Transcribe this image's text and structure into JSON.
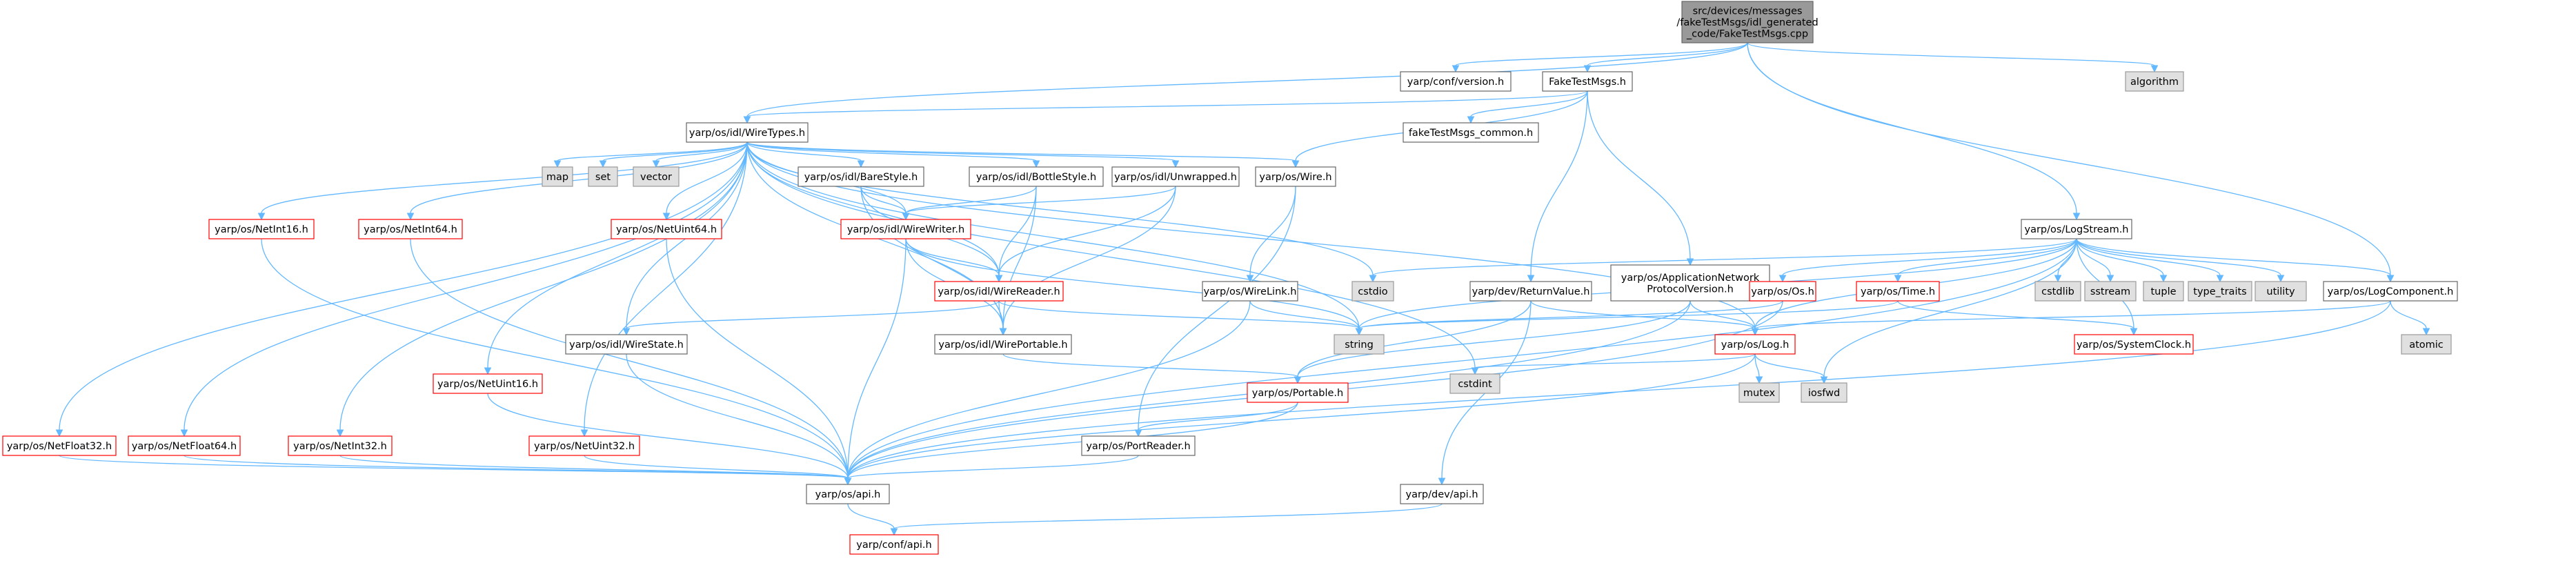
{
  "colors": {
    "root_fill": "#999999",
    "root_stroke": "#666666",
    "normal_fill": "#ffffff",
    "normal_stroke": "#666666",
    "truncated_fill": "#ffffff",
    "truncated_stroke": "#ff0000",
    "system_fill": "#e0e0e0",
    "system_stroke": "#999999",
    "edge": "#63b8ff"
  },
  "nodes": [
    {
      "id": "root",
      "kind": "root",
      "lines": [
        "src/devices/messages",
        "/fakeTestMsgs/idl_generated",
        "_code/FakeTestMsgs.cpp"
      ]
    },
    {
      "id": "conf_version",
      "kind": "normal",
      "lines": [
        "yarp/conf/version.h"
      ]
    },
    {
      "id": "fake_h",
      "kind": "normal",
      "lines": [
        "FakeTestMsgs.h"
      ]
    },
    {
      "id": "algorithm",
      "kind": "system",
      "lines": [
        "algorithm"
      ]
    },
    {
      "id": "wiretypes",
      "kind": "normal",
      "lines": [
        "yarp/os/idl/WireTypes.h"
      ]
    },
    {
      "id": "fake_common",
      "kind": "normal",
      "lines": [
        "fakeTestMsgs_common.h"
      ]
    },
    {
      "id": "map",
      "kind": "system",
      "lines": [
        "map"
      ]
    },
    {
      "id": "set",
      "kind": "system",
      "lines": [
        "set"
      ]
    },
    {
      "id": "vector",
      "kind": "system",
      "lines": [
        "vector"
      ]
    },
    {
      "id": "barestyle",
      "kind": "normal",
      "lines": [
        "yarp/os/idl/BareStyle.h"
      ]
    },
    {
      "id": "bottlestyle",
      "kind": "normal",
      "lines": [
        "yarp/os/idl/BottleStyle.h"
      ]
    },
    {
      "id": "unwrapped",
      "kind": "normal",
      "lines": [
        "yarp/os/idl/Unwrapped.h"
      ]
    },
    {
      "id": "wire",
      "kind": "normal",
      "lines": [
        "yarp/os/Wire.h"
      ]
    },
    {
      "id": "logstream",
      "kind": "normal",
      "lines": [
        "yarp/os/LogStream.h"
      ]
    },
    {
      "id": "netint16",
      "kind": "trunc",
      "lines": [
        "yarp/os/NetInt16.h"
      ]
    },
    {
      "id": "netint64",
      "kind": "trunc",
      "lines": [
        "yarp/os/NetInt64.h"
      ]
    },
    {
      "id": "netuint64",
      "kind": "trunc",
      "lines": [
        "yarp/os/NetUint64.h"
      ]
    },
    {
      "id": "wirewriter",
      "kind": "trunc",
      "lines": [
        "yarp/os/idl/WireWriter.h"
      ]
    },
    {
      "id": "wirereader",
      "kind": "trunc",
      "lines": [
        "yarp/os/idl/WireReader.h"
      ]
    },
    {
      "id": "wirelink",
      "kind": "normal",
      "lines": [
        "yarp/os/WireLink.h"
      ]
    },
    {
      "id": "cstdio",
      "kind": "system",
      "lines": [
        "cstdio"
      ]
    },
    {
      "id": "returnvalue",
      "kind": "normal",
      "lines": [
        "yarp/dev/ReturnValue.h"
      ]
    },
    {
      "id": "appnetproto",
      "kind": "normal",
      "lines": [
        "yarp/os/ApplicationNetwork",
        "ProtocolVersion.h"
      ]
    },
    {
      "id": "os_h",
      "kind": "trunc",
      "lines": [
        "yarp/os/Os.h"
      ]
    },
    {
      "id": "time_h",
      "kind": "trunc",
      "lines": [
        "yarp/os/Time.h"
      ]
    },
    {
      "id": "cstdlib",
      "kind": "system",
      "lines": [
        "cstdlib"
      ]
    },
    {
      "id": "sstream",
      "kind": "system",
      "lines": [
        "sstream"
      ]
    },
    {
      "id": "tuple",
      "kind": "system",
      "lines": [
        "tuple"
      ]
    },
    {
      "id": "type_traits",
      "kind": "system",
      "lines": [
        "type_traits"
      ]
    },
    {
      "id": "utility",
      "kind": "system",
      "lines": [
        "utility"
      ]
    },
    {
      "id": "logcomponent",
      "kind": "normal",
      "lines": [
        "yarp/os/LogComponent.h"
      ]
    },
    {
      "id": "wirestate",
      "kind": "normal",
      "lines": [
        "yarp/os/idl/WireState.h"
      ]
    },
    {
      "id": "wireportable",
      "kind": "normal",
      "lines": [
        "yarp/os/idl/WirePortable.h"
      ]
    },
    {
      "id": "string",
      "kind": "system",
      "lines": [
        "string"
      ]
    },
    {
      "id": "log_h",
      "kind": "trunc",
      "lines": [
        "yarp/os/Log.h"
      ]
    },
    {
      "id": "systemclock",
      "kind": "trunc",
      "lines": [
        "yarp/os/SystemClock.h"
      ]
    },
    {
      "id": "atomic",
      "kind": "system",
      "lines": [
        "atomic"
      ]
    },
    {
      "id": "cstdint",
      "kind": "system",
      "lines": [
        "cstdint"
      ]
    },
    {
      "id": "mutex",
      "kind": "system",
      "lines": [
        "mutex"
      ]
    },
    {
      "id": "iosfwd",
      "kind": "system",
      "lines": [
        "iosfwd"
      ]
    },
    {
      "id": "portable",
      "kind": "trunc",
      "lines": [
        "yarp/os/Portable.h"
      ]
    },
    {
      "id": "netuint16",
      "kind": "trunc",
      "lines": [
        "yarp/os/NetUint16.h"
      ]
    },
    {
      "id": "netfloat32",
      "kind": "trunc",
      "lines": [
        "yarp/os/NetFloat32.h"
      ]
    },
    {
      "id": "netfloat64",
      "kind": "trunc",
      "lines": [
        "yarp/os/NetFloat64.h"
      ]
    },
    {
      "id": "netint32",
      "kind": "trunc",
      "lines": [
        "yarp/os/NetInt32.h"
      ]
    },
    {
      "id": "netuint32",
      "kind": "trunc",
      "lines": [
        "yarp/os/NetUint32.h"
      ]
    },
    {
      "id": "portreader",
      "kind": "normal",
      "lines": [
        "yarp/os/PortReader.h"
      ]
    },
    {
      "id": "api_os",
      "kind": "normal",
      "lines": [
        "yarp/os/api.h"
      ]
    },
    {
      "id": "api_dev",
      "kind": "normal",
      "lines": [
        "yarp/dev/api.h"
      ]
    },
    {
      "id": "api_conf",
      "kind": "trunc",
      "lines": [
        "yarp/conf/api.h"
      ]
    }
  ],
  "edges": [
    [
      "root",
      "conf_version"
    ],
    [
      "root",
      "fake_h"
    ],
    [
      "root",
      "algorithm"
    ],
    [
      "root",
      "wiretypes"
    ],
    [
      "root",
      "logstream"
    ],
    [
      "root",
      "logcomponent"
    ],
    [
      "fake_h",
      "wiretypes"
    ],
    [
      "fake_h",
      "fake_common"
    ],
    [
      "fake_h",
      "wire"
    ],
    [
      "fake_h",
      "returnvalue"
    ],
    [
      "fake_h",
      "appnetproto"
    ],
    [
      "wiretypes",
      "map"
    ],
    [
      "wiretypes",
      "set"
    ],
    [
      "wiretypes",
      "vector"
    ],
    [
      "wiretypes",
      "barestyle"
    ],
    [
      "wiretypes",
      "bottlestyle"
    ],
    [
      "wiretypes",
      "unwrapped"
    ],
    [
      "wiretypes",
      "wire"
    ],
    [
      "wiretypes",
      "netint16"
    ],
    [
      "wiretypes",
      "netint64"
    ],
    [
      "wiretypes",
      "netuint64"
    ],
    [
      "wiretypes",
      "wirewriter"
    ],
    [
      "wiretypes",
      "wirereader"
    ],
    [
      "wiretypes",
      "cstdio"
    ],
    [
      "wiretypes",
      "wirestate"
    ],
    [
      "wiretypes",
      "wireportable"
    ],
    [
      "wiretypes",
      "string"
    ],
    [
      "wiretypes",
      "log_h"
    ],
    [
      "wiretypes",
      "cstdint"
    ],
    [
      "wiretypes",
      "netuint16"
    ],
    [
      "wiretypes",
      "netfloat32"
    ],
    [
      "wiretypes",
      "netfloat64"
    ],
    [
      "wiretypes",
      "netint32"
    ],
    [
      "wiretypes",
      "netuint32"
    ],
    [
      "barestyle",
      "wirewriter"
    ],
    [
      "barestyle",
      "wirereader"
    ],
    [
      "barestyle",
      "wireportable"
    ],
    [
      "bottlestyle",
      "wirewriter"
    ],
    [
      "bottlestyle",
      "wirereader"
    ],
    [
      "bottlestyle",
      "wireportable"
    ],
    [
      "unwrapped",
      "wirewriter"
    ],
    [
      "unwrapped",
      "wirereader"
    ],
    [
      "unwrapped",
      "wireportable"
    ],
    [
      "wire",
      "wirelink"
    ],
    [
      "wire",
      "portreader"
    ],
    [
      "wirewriter",
      "wirereader"
    ],
    [
      "wirewriter",
      "wireportable"
    ],
    [
      "wirewriter",
      "string"
    ],
    [
      "wirewriter",
      "api_os"
    ],
    [
      "wirereader",
      "wirestate"
    ],
    [
      "wirereader",
      "wireportable"
    ],
    [
      "wirereader",
      "string"
    ],
    [
      "wirelink",
      "string"
    ],
    [
      "wirelink",
      "api_os"
    ],
    [
      "wirestate",
      "api_os"
    ],
    [
      "wireportable",
      "portable"
    ],
    [
      "logstream",
      "cstdio"
    ],
    [
      "logstream",
      "string"
    ],
    [
      "logstream",
      "os_h"
    ],
    [
      "logstream",
      "time_h"
    ],
    [
      "logstream",
      "cstdlib"
    ],
    [
      "logstream",
      "sstream"
    ],
    [
      "logstream",
      "tuple"
    ],
    [
      "logstream",
      "type_traits"
    ],
    [
      "logstream",
      "utility"
    ],
    [
      "logstream",
      "logcomponent"
    ],
    [
      "logstream",
      "log_h"
    ],
    [
      "logstream",
      "iosfwd"
    ],
    [
      "logstream",
      "systemclock"
    ],
    [
      "logstream",
      "api_os"
    ],
    [
      "returnvalue",
      "log_h"
    ],
    [
      "returnvalue",
      "portable"
    ],
    [
      "returnvalue",
      "api_dev"
    ],
    [
      "appnetproto",
      "portable"
    ],
    [
      "appnetproto",
      "log_h"
    ],
    [
      "appnetproto",
      "api_os"
    ],
    [
      "os_h",
      "string"
    ],
    [
      "os_h",
      "api_os"
    ],
    [
      "time_h",
      "systemclock"
    ],
    [
      "time_h",
      "string"
    ],
    [
      "logcomponent",
      "log_h"
    ],
    [
      "logcomponent",
      "atomic"
    ],
    [
      "logcomponent",
      "api_os"
    ],
    [
      "log_h",
      "cstdint"
    ],
    [
      "log_h",
      "mutex"
    ],
    [
      "log_h",
      "iosfwd"
    ],
    [
      "log_h",
      "api_os"
    ],
    [
      "portable",
      "portreader"
    ],
    [
      "portable",
      "api_os"
    ],
    [
      "portreader",
      "api_os"
    ],
    [
      "netint16",
      "api_os"
    ],
    [
      "netint64",
      "api_os"
    ],
    [
      "netuint64",
      "api_os"
    ],
    [
      "netuint16",
      "api_os"
    ],
    [
      "netfloat32",
      "api_os"
    ],
    [
      "netfloat64",
      "api_os"
    ],
    [
      "netint32",
      "api_os"
    ],
    [
      "netuint32",
      "api_os"
    ],
    [
      "api_os",
      "api_conf"
    ],
    [
      "api_dev",
      "api_conf"
    ]
  ]
}
